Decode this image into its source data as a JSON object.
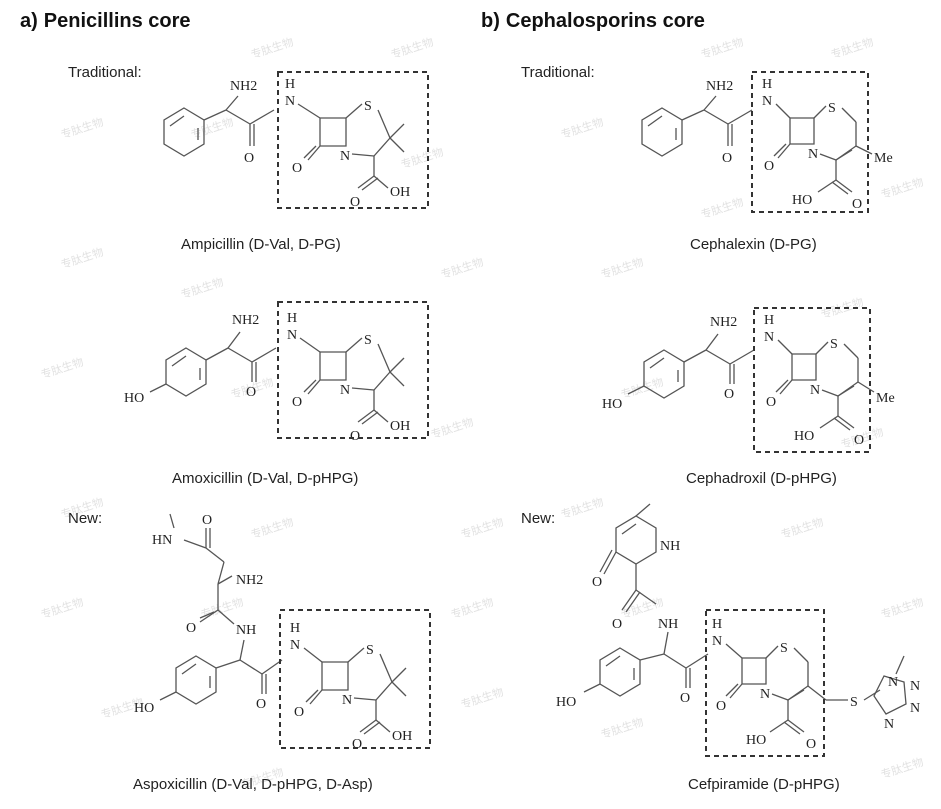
{
  "panels": {
    "a": {
      "letter": "a)",
      "title": "Penicillins core"
    },
    "b": {
      "letter": "b)",
      "title": "Cephalosporins core"
    }
  },
  "labels": {
    "traditional": "Traditional:",
    "new": "New:"
  },
  "captions": {
    "ampicillin": "Ampicillin (D-Val, D-PG)",
    "amoxicillin": "Amoxicillin (D-Val, D-pHPG)",
    "aspoxicillin": "Aspoxicillin (D-Val, D-pHPG, D-Asp)",
    "cephalexin": "Cephalexin (D-PG)",
    "cephadroxil": "Cephadroxil (D-pHPG)",
    "cefpiramide": "Cefpiramide (D-pHPG)"
  },
  "atoms": {
    "nh2": "NH2",
    "nh": "N",
    "h": "H",
    "o": "O",
    "s": "S",
    "n": "N",
    "oh": "OH",
    "ho": "HO",
    "me": "Me",
    "hn": "HN",
    "nh_ring": "NH"
  },
  "watermark": "专肽生物"
}
